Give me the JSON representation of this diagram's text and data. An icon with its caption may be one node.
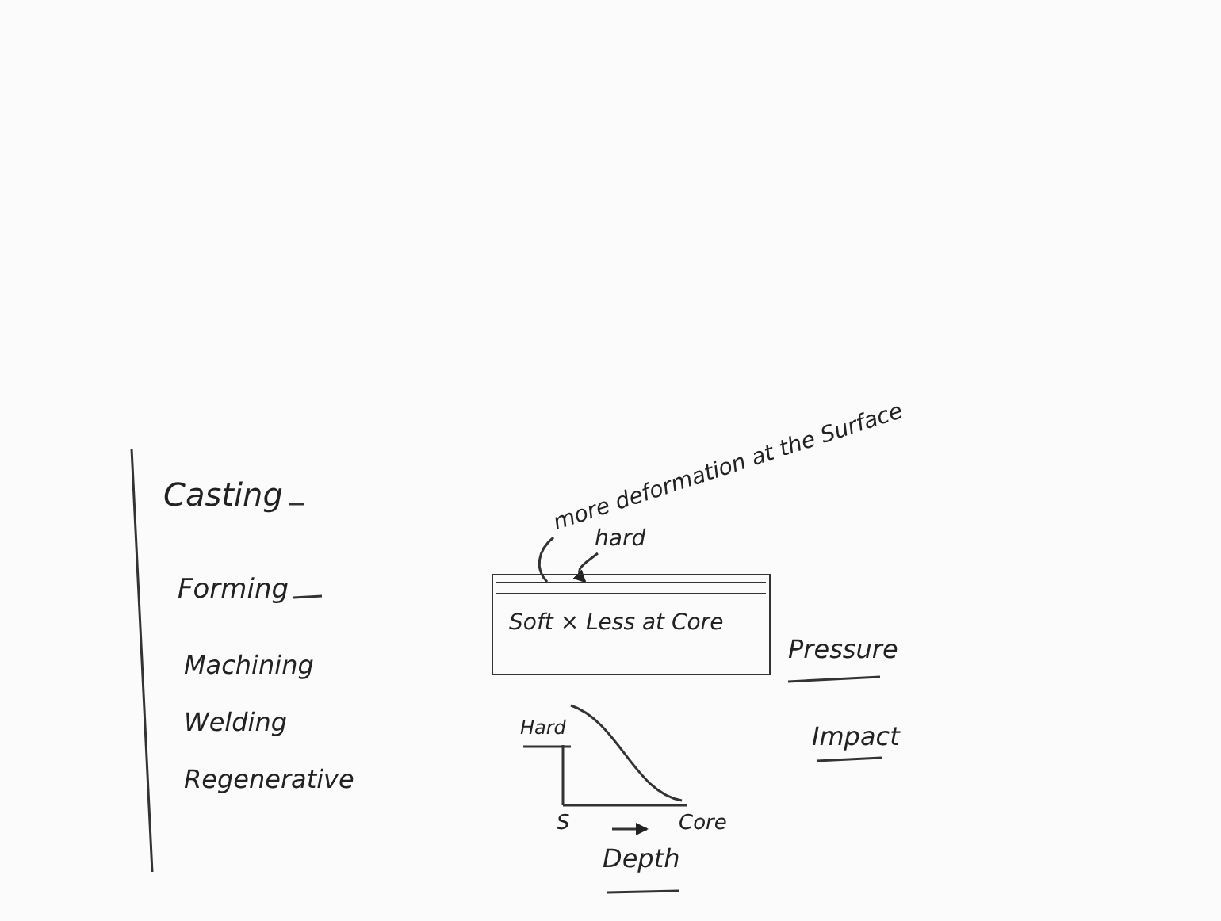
{
  "diagram": {
    "nodes": [
      {
        "text": [
          "Soft × Less at Core"
        ]
      },
      {
        "text": [],
        "shape": "bar",
        "in": 0
      },
      {
        "text": [
          "more deformation at the Surface"
        ]
      },
      {
        "text": [
          "hard"
        ]
      }
    ],
    "edges": [
      {
        "from": 2,
        "to": 1,
        "arrow": "none"
      },
      {
        "from": 3,
        "to": 1,
        "arrow": "to"
      }
    ],
    "labels": [
      "Casting",
      "Forming",
      "Machining",
      "Welding",
      "Regenerative",
      "Pressure",
      "Impact",
      "Hard",
      "S",
      "Core",
      "Depth"
    ]
  }
}
